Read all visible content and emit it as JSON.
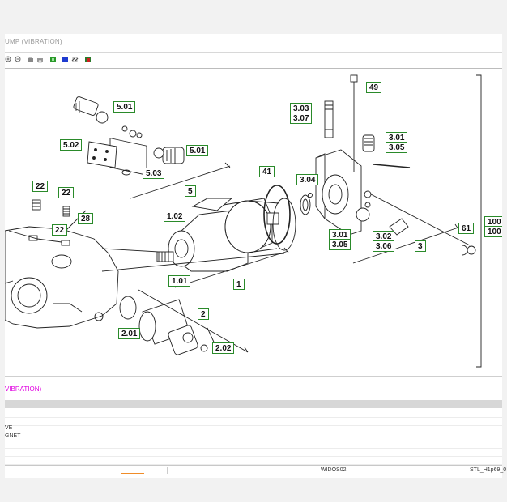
{
  "window": {
    "title": "UMP (VIBRATION)"
  },
  "toolbar": {
    "icons": [
      "zoom-in-icon",
      "zoom-out-icon",
      "print-icon",
      "print-preview-icon",
      "green-flag-icon",
      "blue-square-icon",
      "link-icon",
      "red-tool-icon"
    ]
  },
  "diagram": {
    "callouts": {
      "c501": "5.01",
      "c502": "5.02",
      "c503": "5.03",
      "c501b": "5.01",
      "c5": "5",
      "c303": "3.03",
      "c307": "3.07",
      "c49": "49",
      "c301": "3.01",
      "c305": "3.05",
      "c304": "3.04",
      "c41": "41",
      "c3011": "3.01",
      "c3051": "3.05",
      "c302": "3.02",
      "c306": "3.06",
      "c3": "3",
      "c61": "61",
      "c100a": "100",
      "c100b": "100",
      "c22a": "22",
      "c22b": "22",
      "c28": "28",
      "c22c": "22",
      "c102": "1.02",
      "c101": "1.01",
      "c1": "1",
      "c2": "2",
      "c201": "2.01",
      "c202": "2.02"
    }
  },
  "parts_panel": {
    "title": "VIBRATION)",
    "rows": [
      "",
      "",
      "VE",
      "GNET",
      "",
      "",
      ""
    ]
  },
  "statusbar": {
    "field_center": "WIDOS02",
    "field_right": "STL_H1p69_0"
  }
}
